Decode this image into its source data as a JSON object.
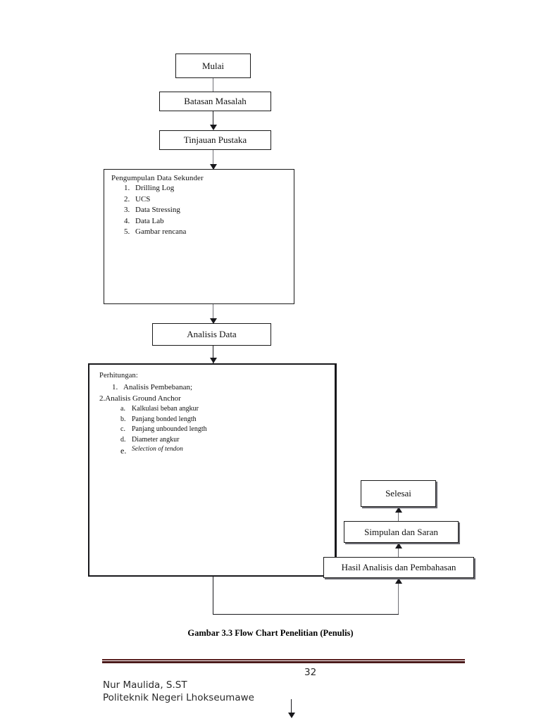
{
  "document": {
    "caption": "Gambar 3.3 Flow Chart Penelitian (Penulis)",
    "page_number": "32"
  },
  "flowchart": {
    "nodes": {
      "start": {
        "label": "Mulai"
      },
      "scope": {
        "label": "Batasan Masalah"
      },
      "literature": {
        "label": "Tinjauan Pustaka"
      },
      "data_collection": {
        "title": "Pengumpulan Data Sekunder",
        "items": [
          {
            "marker": "1.",
            "label": "Drilling Log"
          },
          {
            "marker": "2.",
            "label": "UCS"
          },
          {
            "marker": "3.",
            "label": "Data Stressing"
          },
          {
            "marker": "4.",
            "label": "Data Lab"
          },
          {
            "marker": "5.",
            "label": "Gambar rencana"
          }
        ]
      },
      "analysis": {
        "label": "Analisis Data"
      },
      "calculation": {
        "title": "Perhitungan:",
        "items": [
          {
            "marker": "1.",
            "label": "Analisis Pembebanan;",
            "subitems": []
          },
          {
            "marker": "2.",
            "label": "Analisis Ground Anchor",
            "subitems": [
              {
                "marker": "a.",
                "label": "Kalkulasi beban angkur",
                "italic": false
              },
              {
                "marker": "b.",
                "label": "Panjang bonded length",
                "italic": false
              },
              {
                "marker": "c.",
                "label": "Panjang unbounded length",
                "italic": false
              },
              {
                "marker": "d.",
                "label": "Diameter angkur",
                "italic": false
              },
              {
                "marker": "e.",
                "label": "Selection of tendon",
                "italic": true
              }
            ]
          }
        ]
      },
      "results": {
        "label": "Hasil Analisis dan Pembahasan"
      },
      "conclusion": {
        "label": "Simpulan dan Saran"
      },
      "end": {
        "label": "Selesai"
      }
    }
  },
  "footer": {
    "author_line1": "Nur Maulida, S.ST",
    "author_line2": "Politeknik Negeri Lhokseumawe",
    "page": "32"
  },
  "colors": {
    "rule": "#5a2020",
    "line": "#18181c",
    "connector": "#6f6f76",
    "text": "#111111"
  }
}
